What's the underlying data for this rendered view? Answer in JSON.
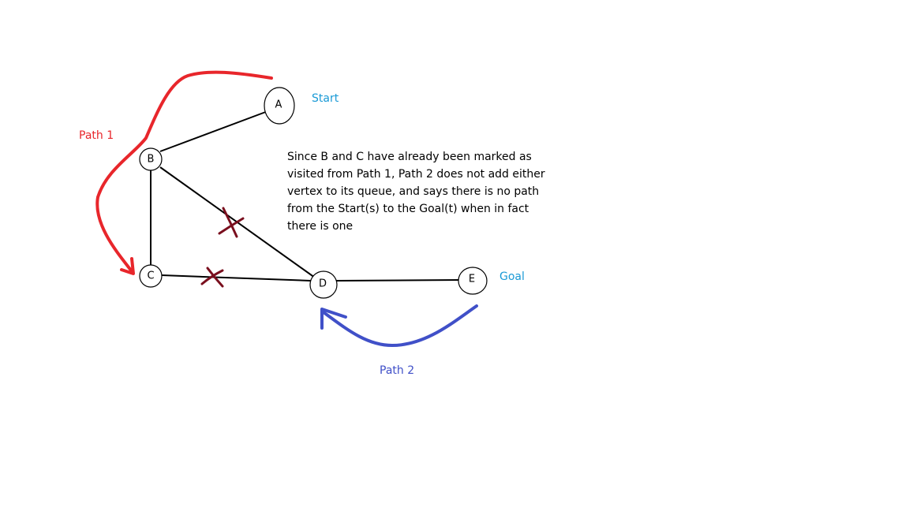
{
  "nodes": {
    "a": "A",
    "b": "B",
    "c": "C",
    "d": "D",
    "e": "E"
  },
  "labels": {
    "start": "Start",
    "goal": "Goal",
    "path1": "Path 1",
    "path2": "Path 2"
  },
  "explanation": {
    "lines": [
      "Since B and C have already been marked as",
      "visited from Path 1, Path 2 does not add either",
      "vertex to its queue, and says there is no path",
      "from the Start(s) to the Goal(t) when in fact",
      "there is one"
    ]
  },
  "colors": {
    "start_goal_label": "#1a9ad6",
    "path1": "#e8262b",
    "path2": "#4050c8",
    "cross_mark": "#7a0f1e",
    "edge": "#000000"
  }
}
